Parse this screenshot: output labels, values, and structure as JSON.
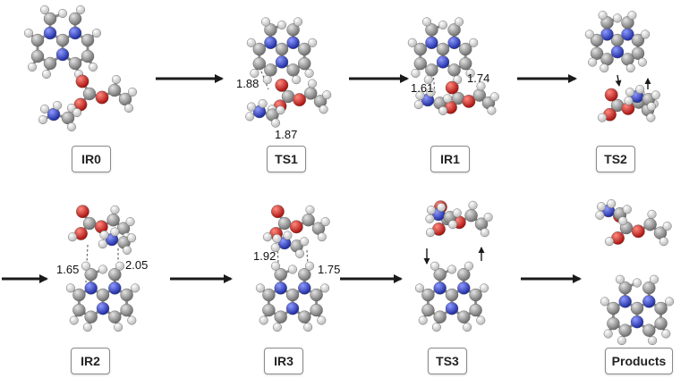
{
  "colors": {
    "carbon": "#9a9a9a",
    "hydrogen": "#f2f2f2",
    "nitrogen": "#3f4fcf",
    "oxygen": "#e0231f",
    "bond": "#8c8c8c",
    "arrow": "#1a1a1a"
  },
  "stages": [
    {
      "id": "ir0",
      "label": "IR0"
    },
    {
      "id": "ts1",
      "label": "TS1"
    },
    {
      "id": "ir1",
      "label": "IR1"
    },
    {
      "id": "ts2",
      "label": "TS2"
    },
    {
      "id": "ir2",
      "label": "IR2"
    },
    {
      "id": "ir3",
      "label": "IR3"
    },
    {
      "id": "ts3",
      "label": "TS3"
    },
    {
      "id": "products",
      "label": "Products"
    }
  ],
  "distances": {
    "ts1_a": "1.88",
    "ts1_b": "1.87",
    "ir1_a": "1.61",
    "ir1_b": "1.74",
    "ir2_a": "1.65",
    "ir2_b": "2.05",
    "ir3_a": "1.92",
    "ir3_b": "1.75"
  }
}
